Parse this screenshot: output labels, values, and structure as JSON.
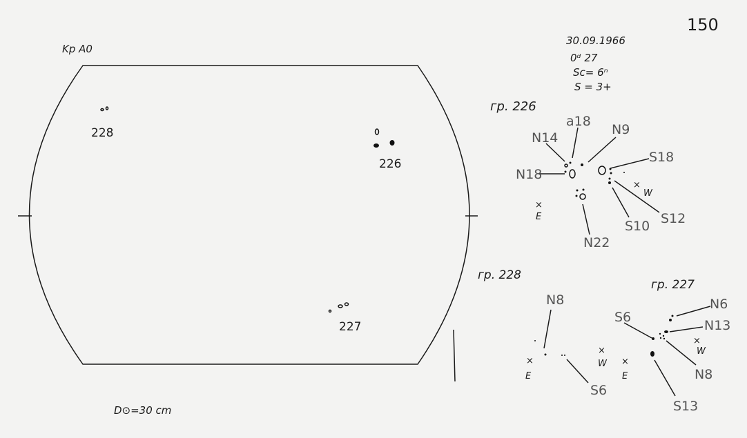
{
  "page_number": "150",
  "instrument": "Kp A0",
  "header": {
    "date": "30.09.1966",
    "time": "0ᵈ 27",
    "seeing_sc": "Sc= 6ⁿ",
    "seeing_s": "S = 3+"
  },
  "disk_groups": [
    "228",
    "226",
    "227"
  ],
  "diameter_note": "D⊙=30 cm",
  "group_226": {
    "title": "гр. 226",
    "labels": [
      "N14",
      "a18",
      "N9",
      "S18",
      "N18",
      "S12",
      "S10",
      "N22"
    ],
    "east": "E",
    "west": "W"
  },
  "group_228": {
    "title": "гр. 228",
    "labels": [
      "N8",
      "S6"
    ],
    "east": "E",
    "west": "W"
  },
  "group_227": {
    "title": "гр. 227",
    "labels": [
      "S6",
      "N6",
      "N13",
      "N8",
      "S13"
    ],
    "east": "E",
    "west": "W"
  }
}
